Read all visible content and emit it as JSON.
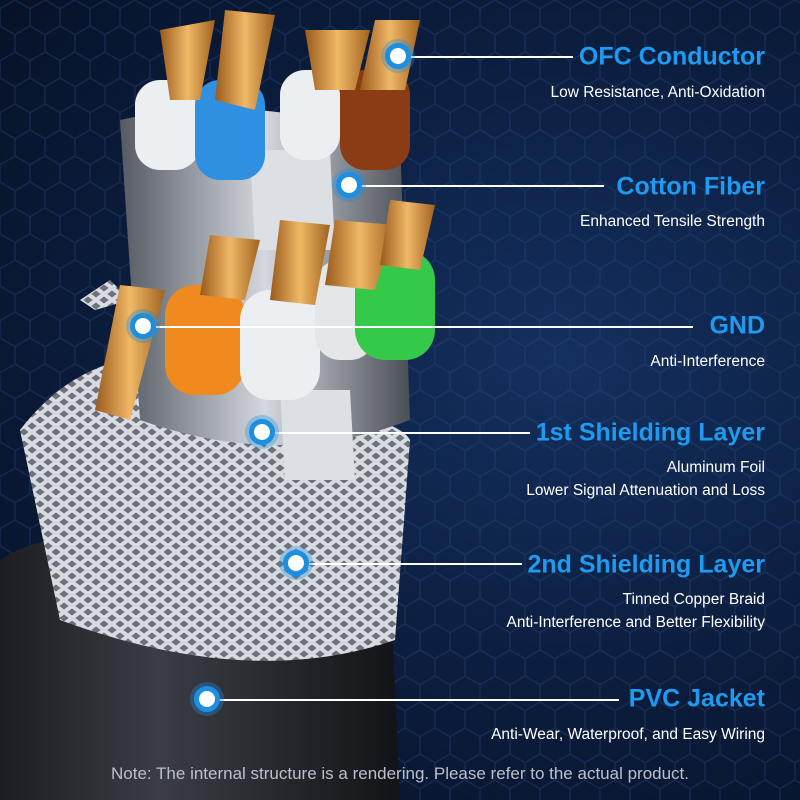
{
  "callouts": [
    {
      "title": "OFC Conductor",
      "lines": [
        "Low Resistance, Anti-Oxidation"
      ]
    },
    {
      "title": "Cotton Fiber",
      "lines": [
        "Enhanced Tensile Strength"
      ]
    },
    {
      "title": "GND",
      "lines": [
        "Anti-Interference"
      ]
    },
    {
      "title": "1st Shielding Layer",
      "lines": [
        "Aluminum Foil",
        "Lower Signal Attenuation and Loss"
      ]
    },
    {
      "title": "2nd Shielding Layer",
      "lines": [
        "Tinned Copper Braid",
        "Anti-Interference and Better Flexibility"
      ]
    },
    {
      "title": "PVC Jacket",
      "lines": [
        "Anti-Wear, Waterproof, and Easy Wiring"
      ]
    }
  ],
  "note": "Note: The internal structure is a rendering. Please refer to the actual product.",
  "colors": {
    "accent": "#1e9bf0",
    "background": "#0b1c3c"
  }
}
